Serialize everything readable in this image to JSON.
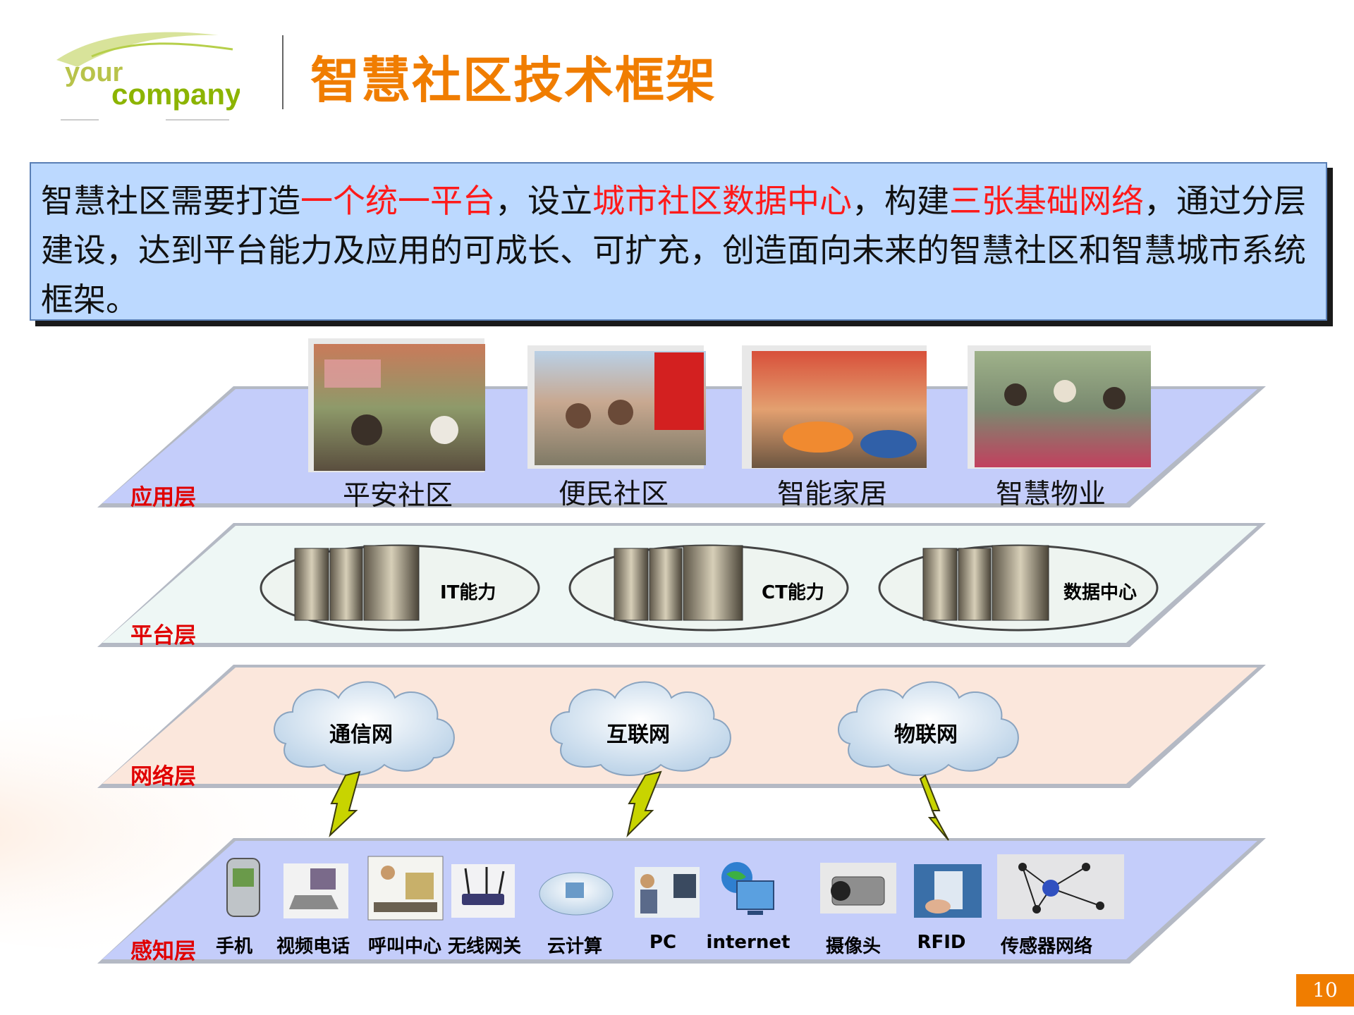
{
  "logo": {
    "word1": "your",
    "word2": "company"
  },
  "slide": {
    "title": "智慧社区技术框架",
    "page_number": "10"
  },
  "intro": {
    "p1": "智慧社区需要打造",
    "h1": "一个统一平台",
    "p2": "，设立",
    "h2": "城市社区数据中心",
    "p3": "，构建",
    "h3": "三张基础网络",
    "p4": "，通过分层建设，达到平台能力及应用的可成长、可扩充，创造面向未来的智慧社区和智慧城市系统框架。"
  },
  "layers": {
    "application": {
      "label": "应用层",
      "items": [
        "平安社区",
        "便民社区",
        "智能家居",
        "智慧物业"
      ]
    },
    "platform": {
      "label": "平台层",
      "items": [
        "IT能力",
        "CT能力",
        "数据中心"
      ]
    },
    "network": {
      "label": "网络层",
      "items": [
        "通信网",
        "互联网",
        "物联网"
      ]
    },
    "perception": {
      "label": "感知层",
      "items": [
        "手机",
        "视频电话",
        "呼叫中心",
        "无线网关",
        "云计算",
        "PC",
        "internet",
        "摄像头",
        "RFID",
        "传感器网络"
      ]
    }
  },
  "colors": {
    "accent_orange": "#f07d00",
    "highlight_red": "#ff1a1a",
    "layer_label_red": "#e00000",
    "logo_green": "#8cb400",
    "application_fill": "#c4cdfa",
    "platform_fill": "#eef7f5",
    "network_fill": "#fbe7dc",
    "perception_fill": "#c4cdfa"
  }
}
